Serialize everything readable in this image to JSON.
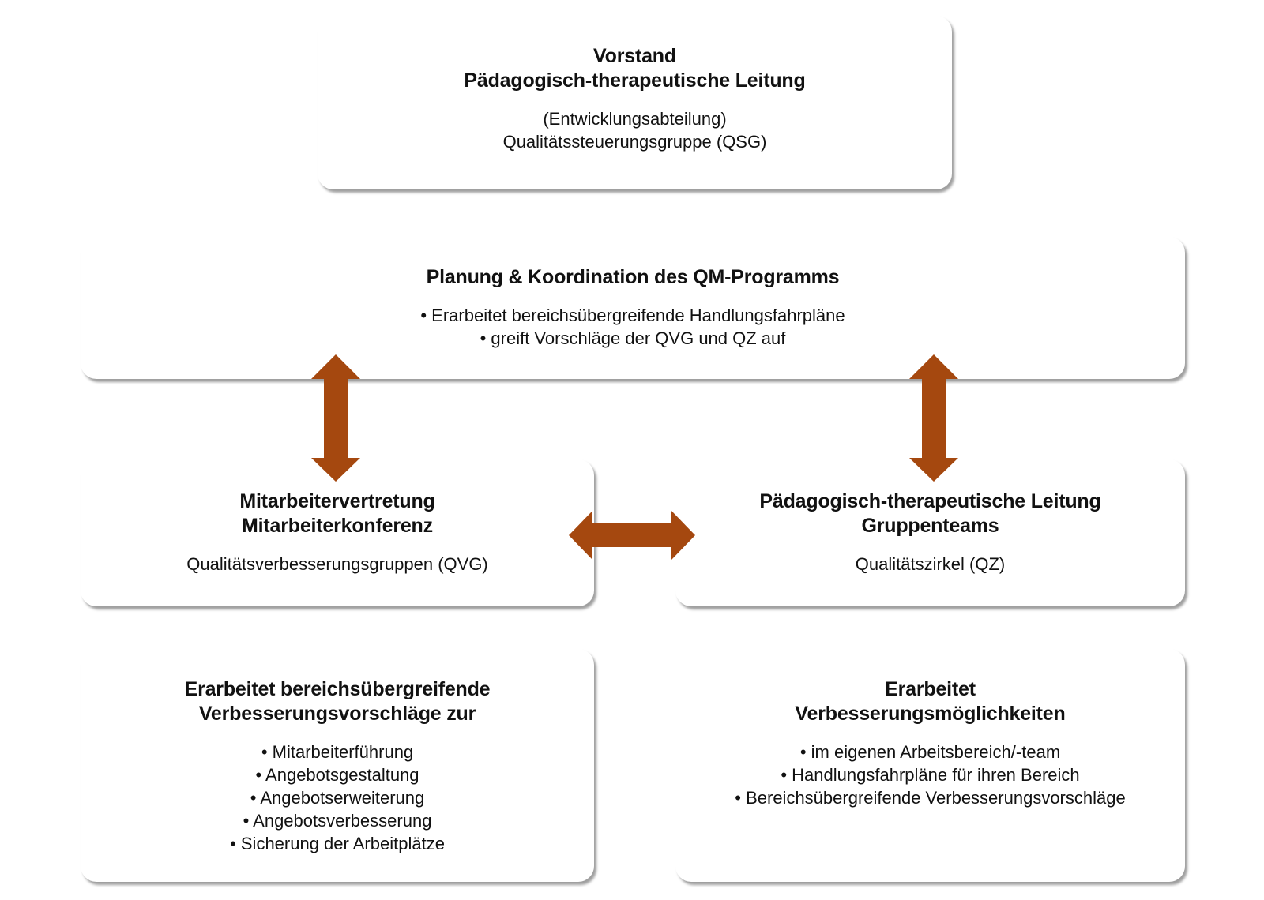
{
  "colors": {
    "arrow": "#A5480F",
    "box_background": "#FFFFFF",
    "text": "#111111"
  },
  "boxes": {
    "top": {
      "title_lines": [
        "Vorstand",
        "Pädagogisch-therapeutische Leitung"
      ],
      "body_lines": [
        "(Entwicklungsabteilung)",
        "Qualitätssteuerungsgruppe (QSG)"
      ]
    },
    "planning": {
      "title_lines": [
        "Planung & Koordination des QM-Programms"
      ],
      "body_lines": [
        "• Erarbeitet bereichsübergreifende Handlungsfahrpläne",
        "• greift Vorschläge der QVG und QZ auf"
      ]
    },
    "mid_left": {
      "title_lines": [
        "Mitarbeitervertretung",
        "Mitarbeiterkonferenz"
      ],
      "body_lines": [
        "Qualitätsverbesserungsgruppen (QVG)"
      ]
    },
    "mid_right": {
      "title_lines": [
        "Pädagogisch-therapeutische Leitung",
        "Gruppenteams"
      ],
      "body_lines": [
        "Qualitätszirkel (QZ)"
      ]
    },
    "bottom_left": {
      "title_lines": [
        "Erarbeitet bereichsübergreifende",
        "Verbesserungsvorschläge zur"
      ],
      "body_lines": [
        "• Mitarbeiterführung",
        "• Angebotsgestaltung",
        "• Angebotserweiterung",
        "• Angebotsverbesserung",
        "• Sicherung der Arbeitplätze"
      ]
    },
    "bottom_right": {
      "title_lines": [
        "Erarbeitet",
        "Verbesserungsmöglichkeiten"
      ],
      "body_lines": [
        "• im eigenen Arbeitsbereich/-team",
        "• Handlungsfahrpläne für ihren Bereich",
        "• Bereichsübergreifende Verbesserungsvorschläge"
      ]
    }
  },
  "connectors": [
    {
      "from": "planning",
      "to": "mid_left",
      "type": "double-arrow",
      "direction": "vertical"
    },
    {
      "from": "planning",
      "to": "mid_right",
      "type": "double-arrow",
      "direction": "vertical"
    },
    {
      "from": "mid_left",
      "to": "mid_right",
      "type": "double-arrow",
      "direction": "horizontal"
    }
  ]
}
